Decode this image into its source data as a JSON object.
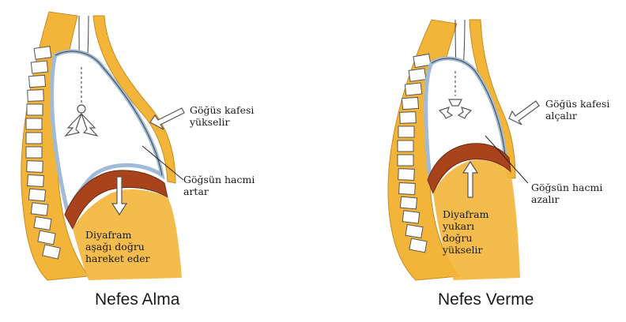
{
  "panels": [
    {
      "state": "inhale",
      "caption": "Nefes Alma",
      "labels": {
        "ribcage": [
          "Göğüs kafesi",
          "yükselir"
        ],
        "volume": [
          "Göğsün hacmi",
          "artar"
        ],
        "diaphragm": [
          "Diyafram",
          "aşağı doğru",
          "hareket eder"
        ]
      }
    },
    {
      "state": "exhale",
      "caption": "Nefes Verme",
      "labels": {
        "ribcage": [
          "Göğüs kafesi",
          "alçalır"
        ],
        "volume": [
          "Göğsün hacmi",
          "azalır"
        ],
        "diaphragm": [
          "Diyafram",
          "yukarı",
          "doğru",
          "yükselir"
        ]
      }
    }
  ],
  "colors": {
    "tissue": "#f2b53a",
    "tissue_dark": "#e08a1c",
    "diaphragm": "#a8431b",
    "pleura": "#9fbbd8",
    "outline": "#4a4a4a",
    "arrow_fill": "#ffffff"
  }
}
